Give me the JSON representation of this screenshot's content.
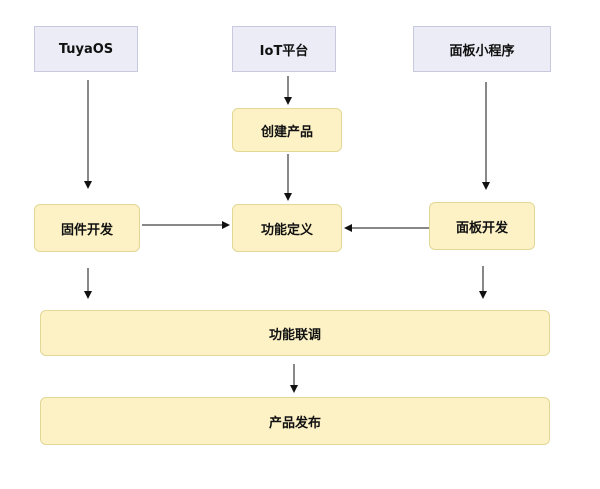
{
  "nodes": {
    "tuyaos": "TuyaOS",
    "iot_platform": "IoT平台",
    "panel_miniprogram": "面板小程序",
    "create_product": "创建产品",
    "firmware_dev": "固件开发",
    "function_def": "功能定义",
    "panel_dev": "面板开发",
    "joint_debug": "功能联调",
    "product_release": "产品发布"
  },
  "edges": [
    {
      "from": "tuyaos",
      "to": "firmware_dev"
    },
    {
      "from": "iot_platform",
      "to": "create_product"
    },
    {
      "from": "create_product",
      "to": "function_def"
    },
    {
      "from": "panel_miniprogram",
      "to": "panel_dev"
    },
    {
      "from": "firmware_dev",
      "to": "function_def"
    },
    {
      "from": "panel_dev",
      "to": "function_def"
    },
    {
      "from": "firmware_dev",
      "to": "joint_debug"
    },
    {
      "from": "panel_dev",
      "to": "joint_debug"
    },
    {
      "from": "joint_debug",
      "to": "product_release"
    }
  ],
  "colors": {
    "source_fill": "#ececf6",
    "step_fill": "#fcf2c6",
    "arrow": "#111111"
  }
}
